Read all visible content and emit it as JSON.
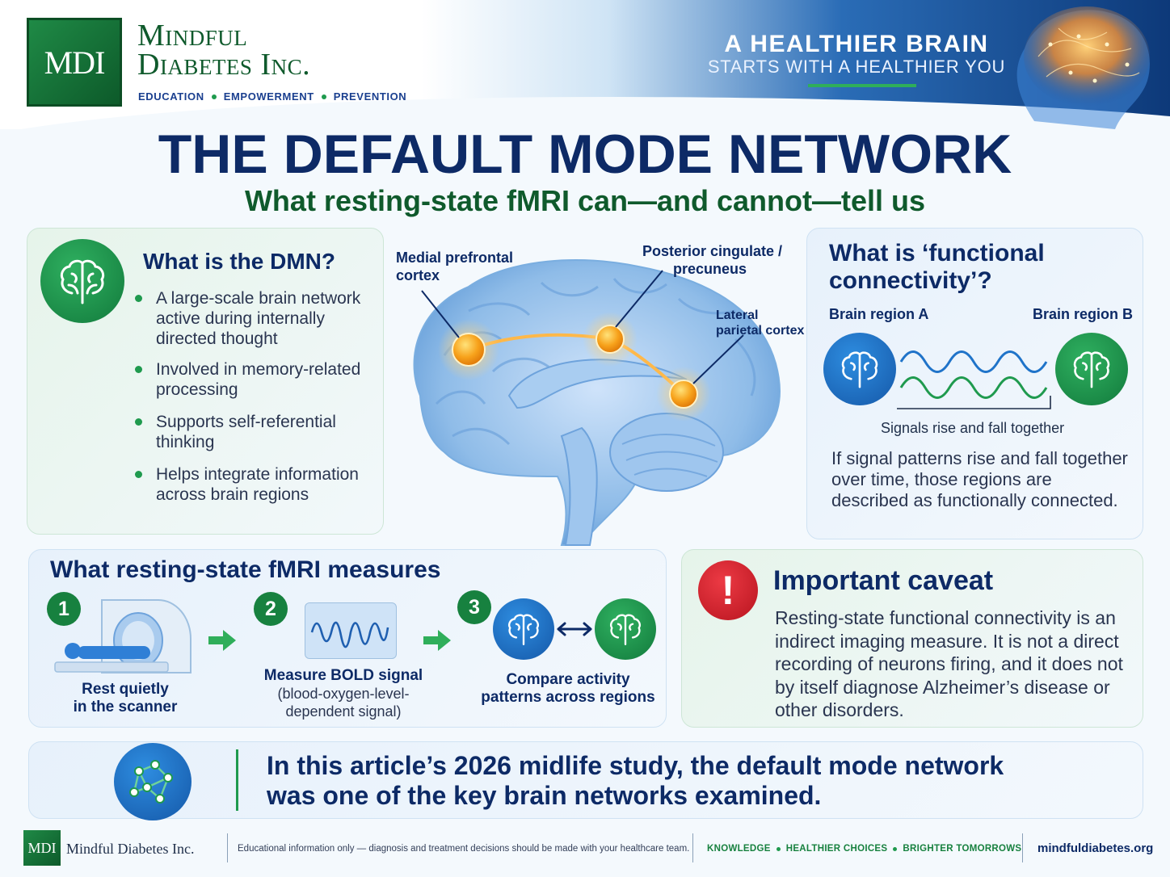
{
  "header": {
    "logo_text": "MDI",
    "brand_line1": "Mindful",
    "brand_line2": "Diabetes Inc.",
    "tagline": [
      "EDUCATION",
      "EMPOWERMENT",
      "PREVENTION"
    ],
    "slogan_line1": "A HEALTHIER BRAIN",
    "slogan_line2": "STARTS WITH A HEALTHIER YOU"
  },
  "title": {
    "main": "THE DEFAULT MODE NETWORK",
    "sub": "What resting-state fMRI can—and cannot—tell us"
  },
  "dmn_panel": {
    "heading": "What is the DMN?",
    "bullets": [
      "A large-scale brain network active during internally directed thought",
      "Involved in memory-related processing",
      "Supports self-referential thinking",
      "Helps integrate information across brain regions"
    ]
  },
  "brain_labels": {
    "mpfc_line1": "Medial prefrontal",
    "mpfc_line2": "cortex",
    "pcc_line1": "Posterior cingulate /",
    "pcc_line2": "precuneus",
    "lpc_line1": "Lateral",
    "lpc_line2": "parietal cortex"
  },
  "fc_panel": {
    "heading": "What is ‘functional connectivity’?",
    "region_a": "Brain region A",
    "region_b": "Brain region B",
    "signals_caption": "Signals rise and fall together",
    "body": "If signal patterns rise and fall together over time, those regions are described as functionally connected."
  },
  "measures_panel": {
    "heading": "What resting-state fMRI measures",
    "steps": [
      {
        "num": "1",
        "label_line1": "Rest quietly",
        "label_line2": "in the scanner"
      },
      {
        "num": "2",
        "label_main": "Measure BOLD signal",
        "label_sub1": "(blood-oxygen-level-",
        "label_sub2": "dependent signal)"
      },
      {
        "num": "3",
        "label_line1": "Compare activity",
        "label_line2": "patterns across regions"
      }
    ]
  },
  "caveat_panel": {
    "icon": "!",
    "heading": "Important caveat",
    "body": "Resting-state functional connectivity is an indirect imaging measure. It is not a direct recording of neurons firing, and it does not by itself diagnose Alzheimer’s disease or other disorders."
  },
  "banner": {
    "line1": "In this article’s 2026 midlife study, the default mode network",
    "line2": "was one of the key brain networks examined."
  },
  "footer": {
    "logo_text": "MDI",
    "name": "Mindful Diabetes Inc.",
    "disclaimer": "Educational information only — diagnosis and treatment decisions should be made with your healthcare team.",
    "slogan": [
      "KNOWLEDGE",
      "HEALTHIER CHOICES",
      "BRIGHTER TOMORROWS"
    ],
    "url": "mindfuldiabetes.org"
  },
  "colors": {
    "navy": "#0d2a66",
    "brand_green": "#0f5a2c",
    "accent_green": "#1f9a4e",
    "warning_red": "#d11f2a",
    "highlight_orange": "#f7a21b"
  }
}
